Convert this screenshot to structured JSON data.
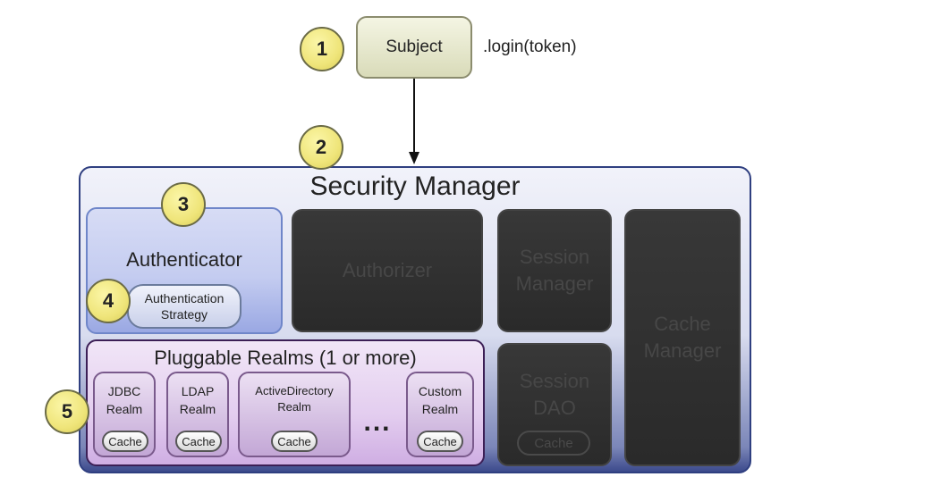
{
  "steps": [
    "1",
    "2",
    "3",
    "4",
    "5"
  ],
  "subject": {
    "label": "Subject",
    "call": ".login(token)"
  },
  "security_manager": {
    "title": "Security Manager"
  },
  "authenticator": {
    "label": "Authenticator",
    "strategy_line1": "Authentication",
    "strategy_line2": "Strategy"
  },
  "authorizer": {
    "label": "Authorizer"
  },
  "session_manager": {
    "line1": "Session",
    "line2": "Manager"
  },
  "session_dao": {
    "line1": "Session",
    "line2": "DAO",
    "cache": "Cache"
  },
  "cache_manager": {
    "line1": "Cache",
    "line2": "Manager"
  },
  "pluggable_realms": {
    "title": "Pluggable Realms (1 or more)",
    "ellipsis": "...",
    "realms": [
      {
        "line1": "JDBC",
        "line2": "Realm",
        "cache": "Cache"
      },
      {
        "line1": "LDAP",
        "line2": "Realm",
        "cache": "Cache"
      },
      {
        "line1": "ActiveDirectory",
        "line2": "Realm",
        "cache": "Cache"
      },
      {
        "line1": "Custom",
        "line2": "Realm",
        "cache": "Cache"
      }
    ]
  },
  "colors": {
    "step_circle": "#efe57a",
    "subject_fill": "#e6e8cc",
    "security_manager_border": "#2f3f80",
    "authenticator_fill": "#c4ccf0",
    "dark_box": "#303030",
    "realm_fill": "#e3cdef"
  }
}
